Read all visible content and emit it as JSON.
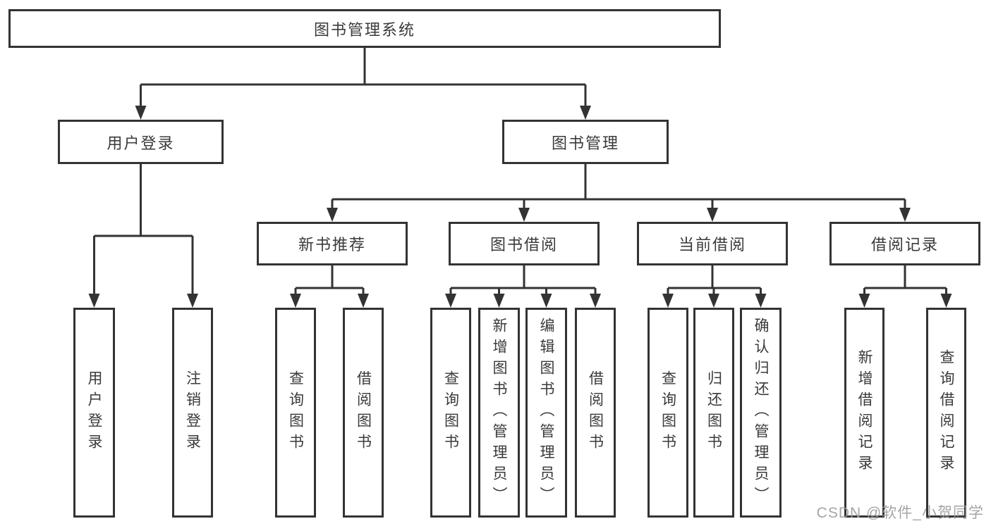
{
  "colors": {
    "line": "#333333",
    "text": "#3a3a3a",
    "watermark": "#9c9c9c",
    "background": "#ffffff"
  },
  "watermark": {
    "text": "CSDN @软件_小贺同学"
  },
  "tree": {
    "root": "图书管理系统",
    "branches": [
      {
        "label": "用户登录",
        "leaves": [
          "用户登录",
          "注销登录"
        ]
      },
      {
        "label": "图书管理",
        "groups": [
          {
            "label": "新书推荐",
            "leaves": [
              "查询图书",
              "借阅图书"
            ]
          },
          {
            "label": "图书借阅",
            "leaves": [
              "查询图书",
              "新增图书（管理员）",
              "编辑图书（管理员）",
              "借阅图书"
            ]
          },
          {
            "label": "当前借阅",
            "leaves": [
              "查询图书",
              "归还图书",
              "确认归还（管理员）"
            ]
          },
          {
            "label": "借阅记录",
            "leaves": [
              "新增借阅记录",
              "查询借阅记录"
            ]
          }
        ]
      }
    ]
  }
}
